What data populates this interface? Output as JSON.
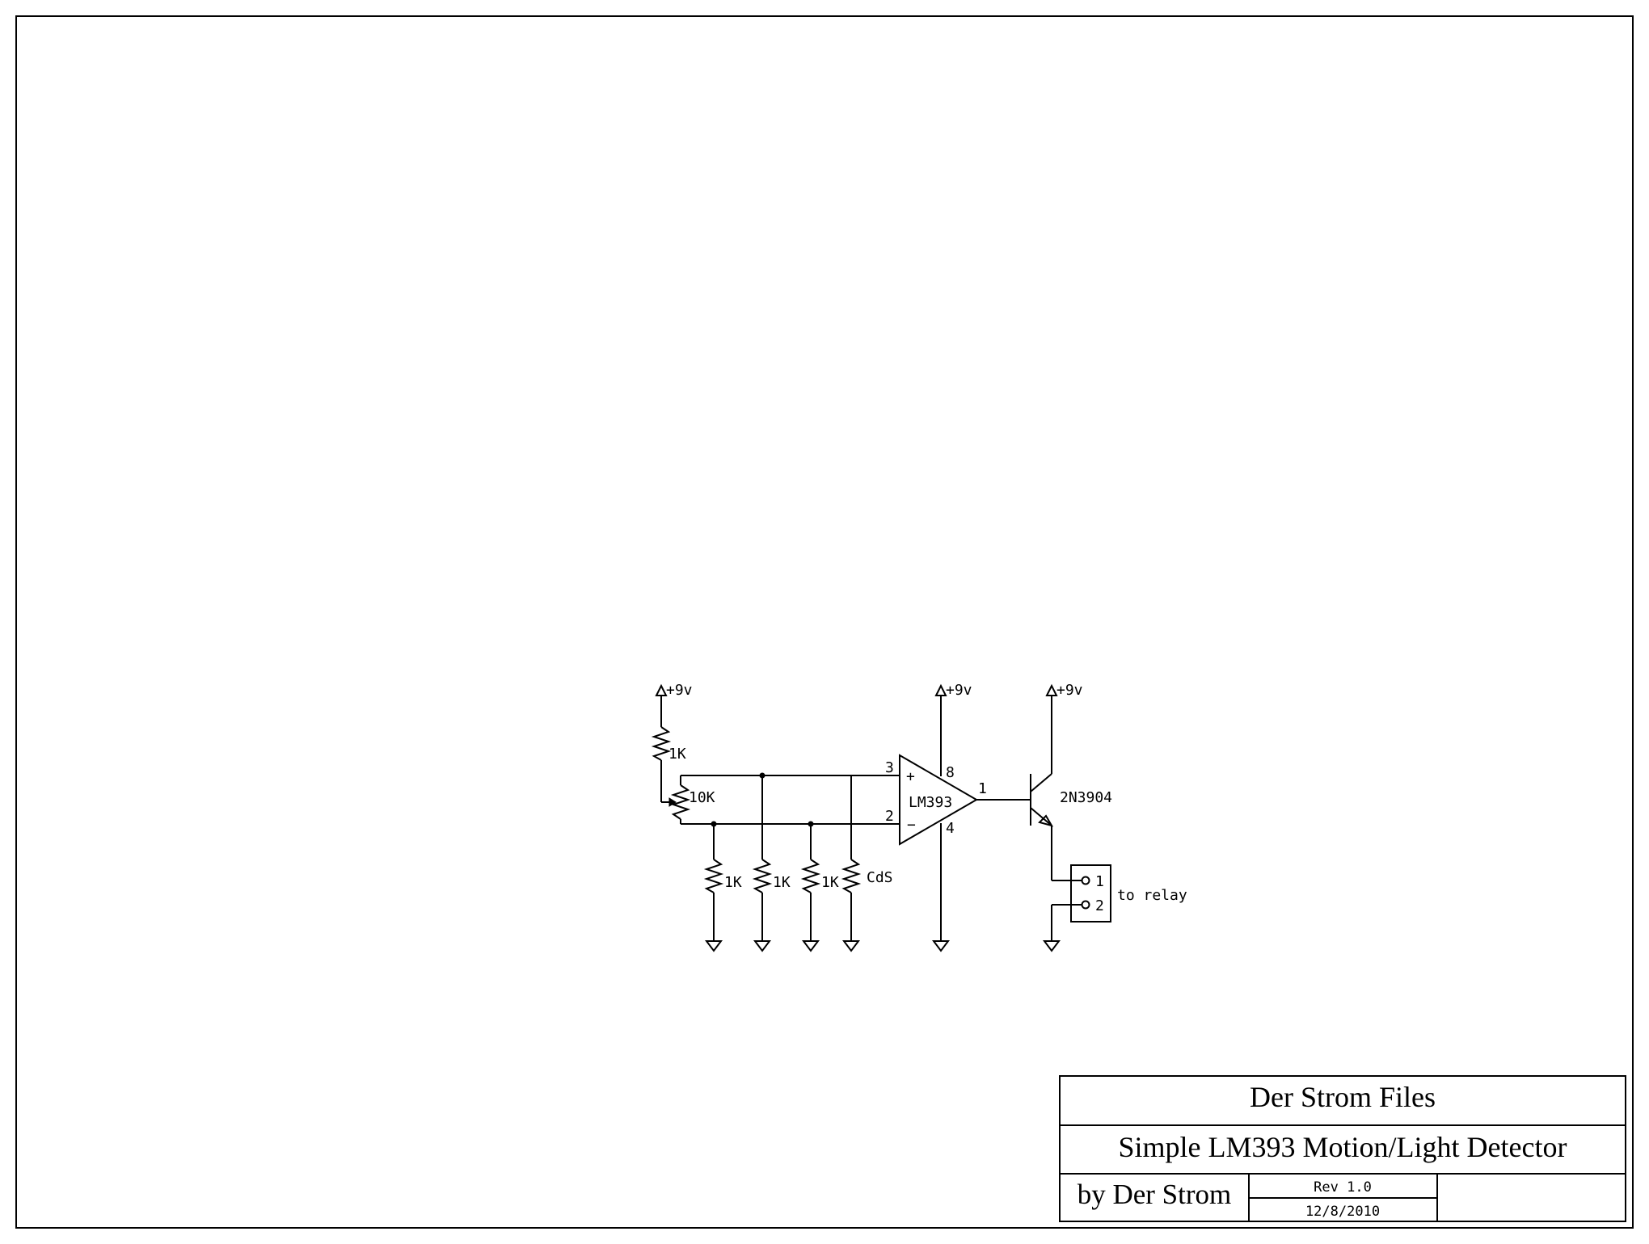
{
  "schematic": {
    "supply_label": "+9v",
    "resistor_label": "1K",
    "pot_label": "10K",
    "ldr_label": "CdS",
    "comparator": {
      "name": "LM393",
      "pin_noninv": "3",
      "pin_inv": "2",
      "pin_out": "1",
      "pin_vcc": "8",
      "pin_gnd": "4",
      "sign_plus": "+",
      "sign_minus": "−"
    },
    "transistor_label": "2N3904",
    "connector": {
      "pin1": "1",
      "pin2": "2",
      "label": "to relay"
    }
  },
  "title_block": {
    "company": "Der Strom Files",
    "title": "Simple LM393 Motion/Light Detector",
    "author": "by Der Strom",
    "revision": "Rev 1.0",
    "date": "12/8/2010"
  }
}
